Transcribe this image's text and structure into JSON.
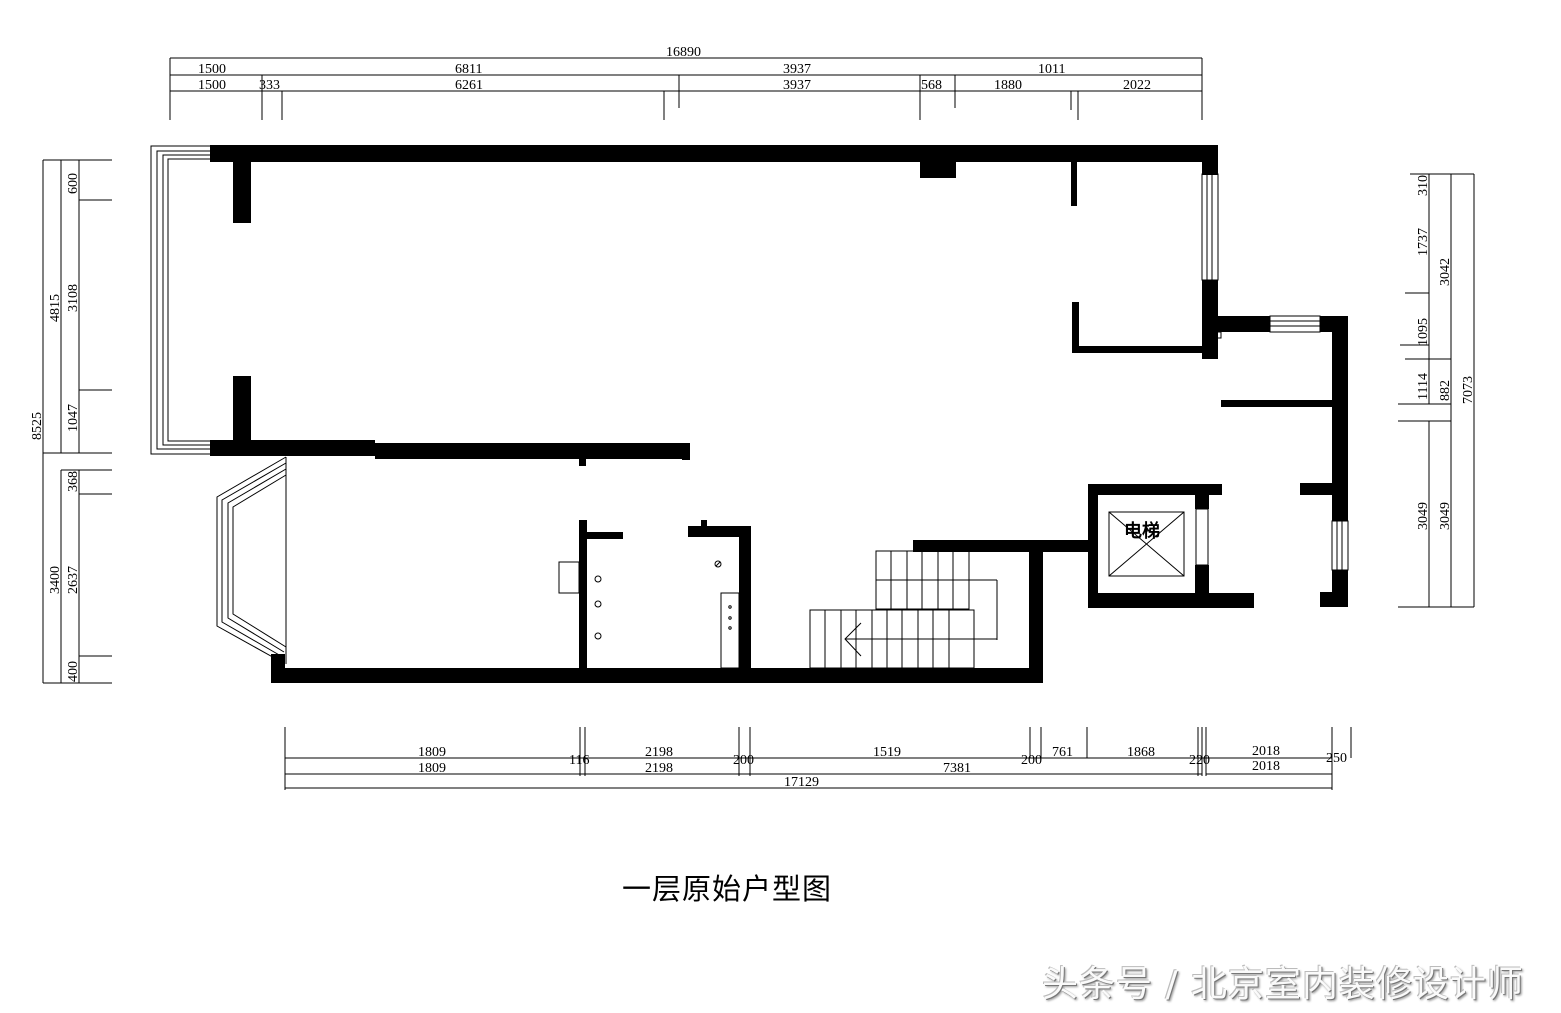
{
  "title": "一层原始户型图",
  "watermark": "头条号 / 北京室内装修设计师",
  "labels": {
    "elevator": "电梯"
  },
  "colors": {
    "wall": "#000000",
    "background": "#ffffff",
    "line": "#000000"
  },
  "dimensions": {
    "top_overall": "16890",
    "top_row1": [
      "1500",
      "6811",
      "3937",
      "1011"
    ],
    "top_row2": [
      "1500",
      "333",
      "6261",
      "3937",
      "568",
      "1880",
      "2022"
    ],
    "left_overall": "8525",
    "left_upper_outer": "4815",
    "left_upper_inner": [
      "600",
      "3108",
      "1047"
    ],
    "left_lower_outer": "3400",
    "left_lower_inner": [
      "368",
      "2637",
      "400"
    ],
    "right_overall": "7073",
    "right_outer": [
      "3042",
      "3049"
    ],
    "right_inner": [
      "310",
      "1737",
      "1095",
      "1114",
      "882",
      "3049"
    ],
    "bottom_row1": [
      "1809",
      "116",
      "2198",
      "200",
      "1519",
      "200",
      "761",
      "1868",
      "220",
      "2018",
      "250"
    ],
    "bottom_row2": [
      "1809",
      "2198",
      "7381",
      "2018"
    ],
    "bottom_overall": "17129"
  }
}
